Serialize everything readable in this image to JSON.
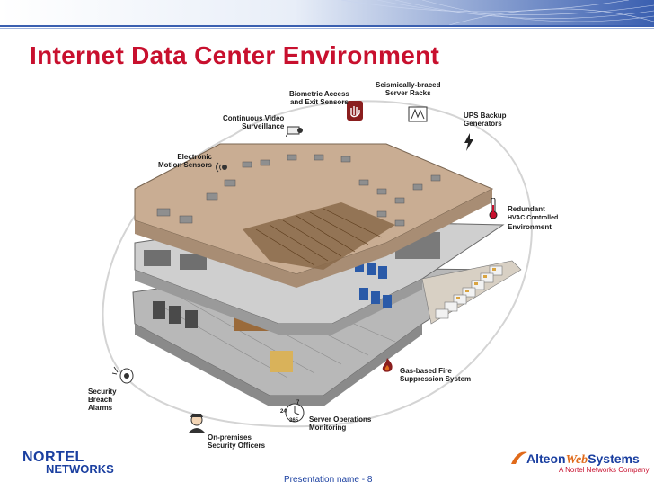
{
  "slide": {
    "title": "Internet Data Center Environment",
    "footer": "Presentation name - 8"
  },
  "labels": {
    "biometric": "Biometric Access\nand Exit Sensors",
    "seismic": "Seismically-braced\nServer Racks",
    "ups": "UPS Backup\nGenerators",
    "video": "Continuous Video\nSurveillance",
    "motion": "Electronic\nMotion Sensors",
    "hvac_title": "Redundant",
    "hvac_sub": "HVAC Controlled",
    "hvac_env": "Environment",
    "fire": "Gas-based Fire\nSuppression System",
    "security_alarms": "Security\nBreach\nAlarms",
    "officers": "On-premises\nSecurity Officers",
    "monitoring": "Server Operations\nMonitoring",
    "monitor_badge_top": "24",
    "monitor_badge_mid": "7",
    "monitor_badge_bottom": "365"
  },
  "logos": {
    "nortel_line1": "NORTEL",
    "nortel_line2": "NETWORKS",
    "alteon_a": "Alteon",
    "alteon_web": "Web",
    "alteon_systems": "Systems",
    "alteon_tagline": "A Nortel Networks Company"
  },
  "colors": {
    "title": "#c8102e",
    "footer": "#1a3fa0",
    "band": "#3a5fb0",
    "roof": "#c9ad93",
    "racks_blue": "#2a5aa8"
  },
  "icons": [
    "handprint-icon",
    "server-rack-icon",
    "lightning-icon",
    "camera-icon",
    "motion-sensor-icon",
    "thermometer-icon",
    "fire-icon",
    "alarm-bell-icon",
    "security-officer-icon",
    "clock-monitor-icon"
  ]
}
